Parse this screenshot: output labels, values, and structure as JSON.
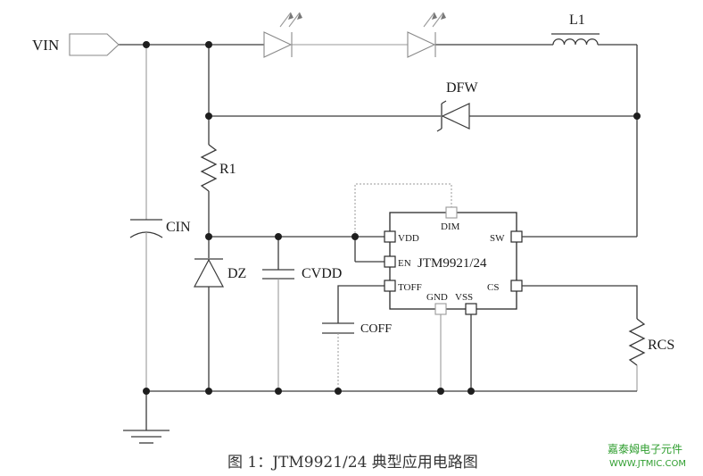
{
  "labels": {
    "vin": "VIN",
    "l1": "L1",
    "dfw": "DFW",
    "r1": "R1",
    "cin": "CIN",
    "dz": "DZ",
    "cvdd": "CVDD",
    "coff": "COFF",
    "rcs": "RCS"
  },
  "ic": {
    "part": "JTM9921/24",
    "pins": {
      "vdd": "VDD",
      "en": "EN",
      "toff": "TOFF",
      "dim": "DIM",
      "sw": "SW",
      "cs": "CS",
      "gnd": "GND",
      "vss": "VSS"
    }
  },
  "caption": "图 1：JTM9921/24 典型应用电路图",
  "watermark": {
    "line1": "嘉泰姆电子元件",
    "line2": "WWW.JTMIC.COM"
  },
  "colors": {
    "watermark": "#2f9e2f"
  }
}
